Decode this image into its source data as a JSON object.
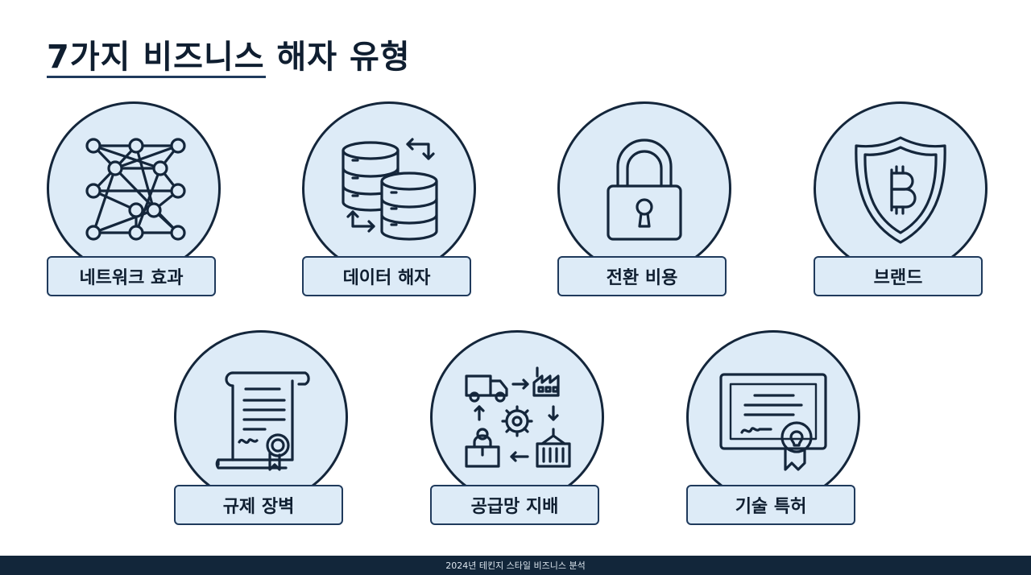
{
  "title": "7가지 비즈니스 해자 유형",
  "moats": [
    {
      "label": "네트워크 효과",
      "icon": "network-icon"
    },
    {
      "label": "데이터 해자",
      "icon": "database-sync-icon"
    },
    {
      "label": "전환 비용",
      "icon": "padlock-icon"
    },
    {
      "label": "브랜드",
      "icon": "shield-bitcoin-icon"
    },
    {
      "label": "규제 장벽",
      "icon": "certificate-scroll-icon"
    },
    {
      "label": "공급망 지배",
      "icon": "supply-chain-icon"
    },
    {
      "label": "기술 특허",
      "icon": "patent-certificate-icon"
    }
  ],
  "footer": "2024년 테킨지 스타일 비즈니스 분석"
}
